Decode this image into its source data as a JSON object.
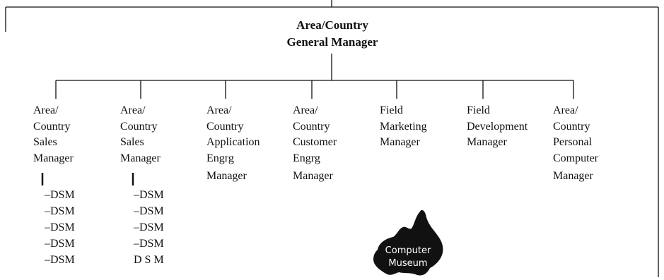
{
  "top": {
    "title_line1": "Area/Country",
    "title_line2": "General Manager"
  },
  "positions": [
    {
      "lines": [
        "Area/",
        "Country",
        "Sales",
        "Manager"
      ]
    },
    {
      "lines": [
        "Area/",
        "Country",
        "Sales",
        "Manager"
      ]
    },
    {
      "lines": [
        "Area/",
        "Country",
        "Application",
        "Engrg",
        "Manager"
      ]
    },
    {
      "lines": [
        "Area/",
        "Country",
        "Customer",
        "Engrg",
        "Manager"
      ]
    },
    {
      "lines": [
        "Field",
        "Marketing",
        "Manager"
      ]
    },
    {
      "lines": [
        "Field",
        "Development",
        "Manager"
      ]
    },
    {
      "lines": [
        "Area/",
        "Country",
        "Personal",
        "Computer",
        "Manager"
      ]
    }
  ],
  "dsm_lists": [
    {
      "items": [
        "–DSM",
        "–DSM",
        "–DSM",
        "–DSM",
        "–DSM"
      ]
    },
    {
      "items": [
        "–DSM",
        "–DSM",
        "–DSM",
        "–DSM",
        "D S M"
      ]
    }
  ],
  "logo": {
    "line1": "Computer",
    "line2": "Museum",
    "fill": "#111111"
  }
}
